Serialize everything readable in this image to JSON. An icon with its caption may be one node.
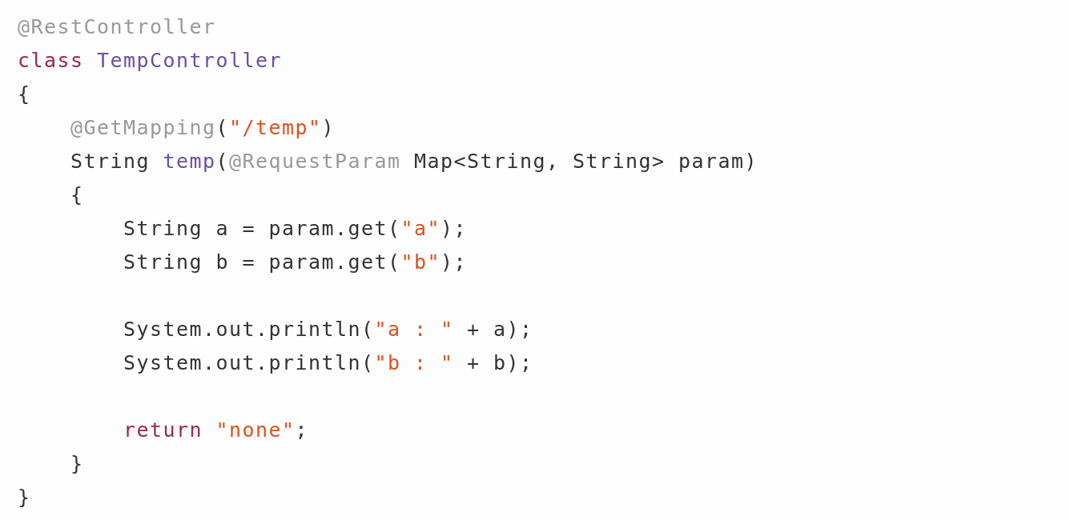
{
  "diagram": {
    "labels": [
      "@RestController",
      "class TempController",
      "{",
      "    @GetMapping(\"/temp\")",
      "    String temp(@RequestParam Map<String, String> param)",
      "    {",
      "        String a = param.get(\"a\");",
      "        String b = param.get(\"b\");",
      "        System.out.println(\"a : \" + a);",
      "        System.out.println(\"b : \" + b);",
      "        return \"none\";",
      "    }",
      "}"
    ]
  }
}
